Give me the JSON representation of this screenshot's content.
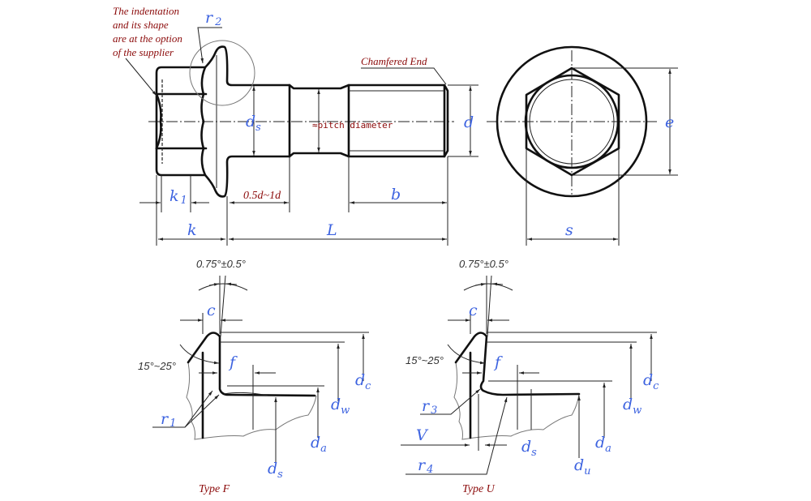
{
  "main_view": {
    "note_lines": [
      "The indentation",
      "and its shape",
      "are at the option",
      "of the supplier"
    ],
    "chamfered_end": "Chamfered End",
    "pitch_diameter": "≈pitch diameter",
    "labels": {
      "r2": "r",
      "r2_sub": "2",
      "ds": "d",
      "ds_sub": "s",
      "d": "d",
      "k1": "k",
      "k1_sub": "1",
      "k": "k",
      "L": "L",
      "b": "b",
      "shank_len": "0.5d~1d"
    }
  },
  "end_view": {
    "labels": {
      "e": "e",
      "s": "s"
    }
  },
  "type_f": {
    "title": "Type F",
    "angle_tol": "0.75°±0.5°",
    "angle_range": "15°~25°",
    "labels": {
      "c": "c",
      "f": "f",
      "r1": "r",
      "r1_sub": "1",
      "dc": "d",
      "dc_sub": "c",
      "dw": "d",
      "dw_sub": "w",
      "da": "d",
      "da_sub": "a",
      "ds": "d",
      "ds_sub": "s"
    }
  },
  "type_u": {
    "title": "Type U",
    "angle_tol": "0.75°±0.5°",
    "angle_range": "15°~25°",
    "labels": {
      "c": "c",
      "f": "f",
      "r3": "r",
      "r3_sub": "3",
      "r4": "r",
      "r4_sub": "4",
      "V": "V",
      "dc": "d",
      "dc_sub": "c",
      "dw": "d",
      "dw_sub": "w",
      "da": "d",
      "da_sub": "a",
      "ds": "d",
      "ds_sub": "s",
      "du": "d",
      "du_sub": "u"
    }
  }
}
